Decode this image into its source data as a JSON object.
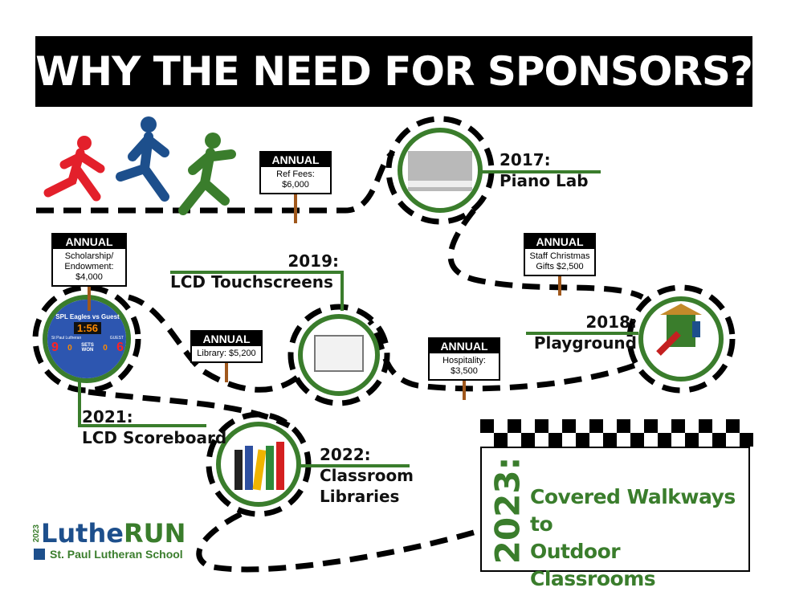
{
  "title": "WHY THE NEED FOR SPONSORS?",
  "signs": [
    {
      "header": "ANNUAL",
      "text": "Ref Fees: $6,000"
    },
    {
      "header": "ANNUAL",
      "text": "Scholarship/ Endowment: $4,000"
    },
    {
      "header": "ANNUAL",
      "text": "Staff Christmas Gifts $2,500"
    },
    {
      "header": "ANNUAL",
      "text": "Library: $5,200"
    },
    {
      "header": "ANNUAL",
      "text": "Hospitality: $3,500"
    }
  ],
  "milestones": [
    {
      "year": "2017:",
      "name": "Piano Lab"
    },
    {
      "year": "2018:",
      "name": "Playground"
    },
    {
      "year": "2019:",
      "name": "LCD Touchscreens"
    },
    {
      "year": "2021:",
      "name": "LCD Scoreboard"
    },
    {
      "year": "2022:",
      "name": "Classroom Libraries"
    }
  ],
  "scoreboard": {
    "title": "SPL Eagles vs Guest",
    "clock": "1:56",
    "home_label": "St Paul Lutheran",
    "guest_label": "GUEST",
    "home": "9",
    "guest": "6",
    "sets_label": "SETS WON",
    "home_sets": "0",
    "guest_sets": "0"
  },
  "finish": {
    "year": "2023:",
    "goal_line1": "Covered Walkways to",
    "goal_line2": "Outdoor Classrooms"
  },
  "logo": {
    "year": "2023",
    "brand_a": "Luthe",
    "brand_b": "RUN",
    "school": "St. Paul Lutheran School"
  },
  "colors": {
    "green": "#3a7d2c",
    "navy": "#1d4f8c",
    "red": "#e3202b",
    "post": "#a0581c"
  }
}
